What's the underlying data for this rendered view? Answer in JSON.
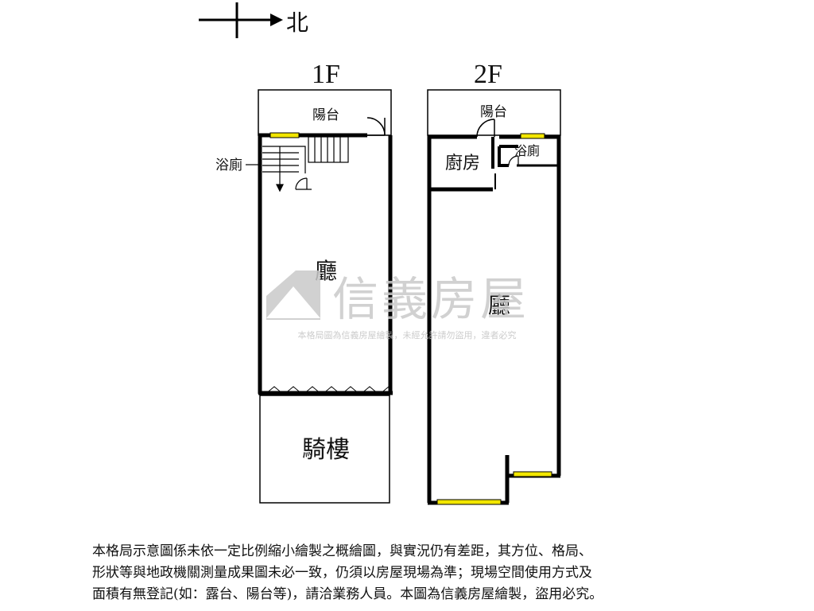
{
  "compass": {
    "label": "北"
  },
  "floors": {
    "f1": {
      "label": "1F",
      "rooms": {
        "balcony": "陽台",
        "bathroom": "浴廁",
        "hall": "廳",
        "arcade": "騎樓"
      }
    },
    "f2": {
      "label": "2F",
      "rooms": {
        "balcony": "陽台",
        "kitchen": "廚房",
        "bathroom": "浴廁",
        "hall": "廳"
      }
    }
  },
  "watermark": {
    "brand": "信義房屋",
    "notice": "本格局圖為信義房屋繪製，未經允許請勿盜用，違者必究"
  },
  "disclaimer": {
    "lines": [
      "本格局示意圖係未依一定比例縮小繪製之概繪圖，與實況仍有差距，其方位、格局、",
      "形狀等與地政機關測量成果圖未必一致，仍須以房屋現場為準；現場空間使用方式及",
      "面積有無登記(如：露台、陽台等)，請洽業務人員。本圖為信義房屋繪製，盜用必究。"
    ]
  },
  "colors": {
    "wall": "#000000",
    "window": "#f2e600",
    "watermark": "#c9c9c9"
  }
}
